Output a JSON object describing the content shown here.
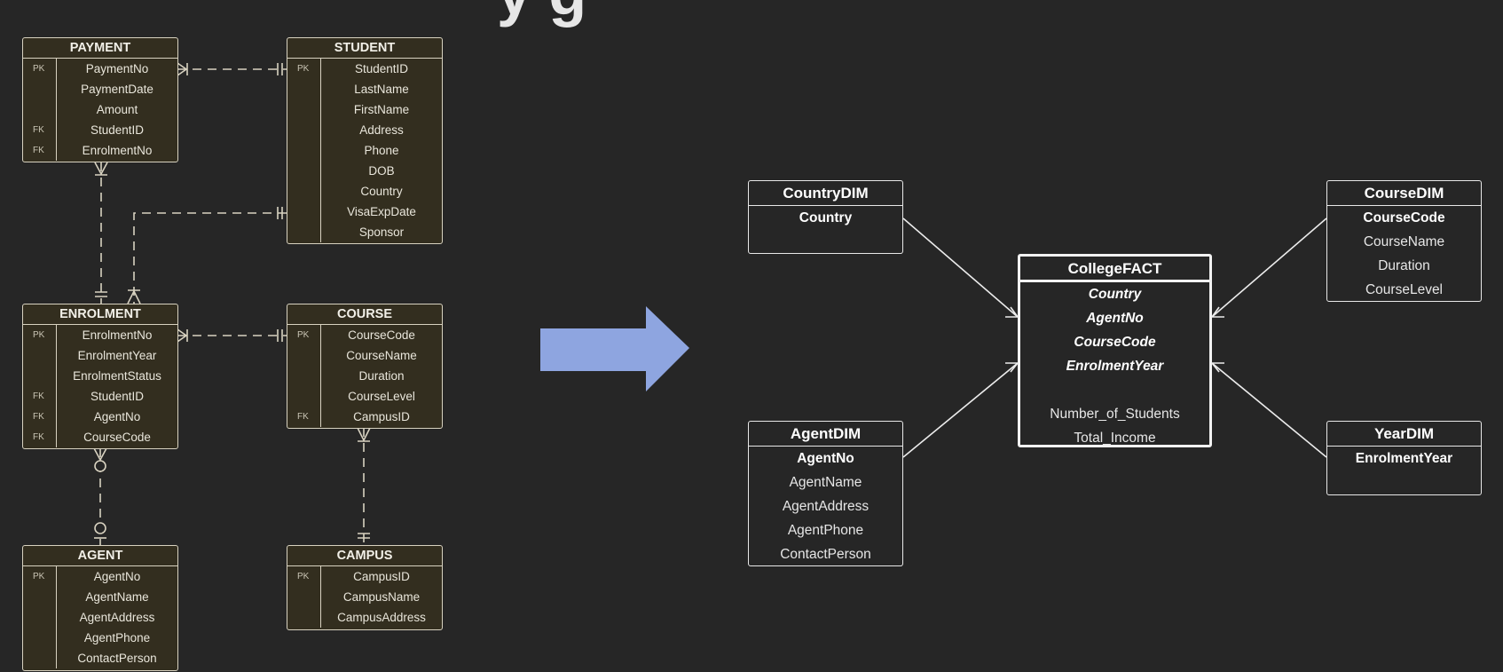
{
  "title_fragment": "y g",
  "erd": {
    "payment": {
      "name": "PAYMENT",
      "rows": [
        [
          "PK",
          "PaymentNo"
        ],
        [
          "",
          "PaymentDate"
        ],
        [
          "",
          "Amount"
        ],
        [
          "FK",
          "StudentID"
        ],
        [
          "FK",
          "EnrolmentNo"
        ]
      ]
    },
    "student": {
      "name": "STUDENT",
      "rows": [
        [
          "PK",
          "StudentID"
        ],
        [
          "",
          "LastName"
        ],
        [
          "",
          "FirstName"
        ],
        [
          "",
          "Address"
        ],
        [
          "",
          "Phone"
        ],
        [
          "",
          "DOB"
        ],
        [
          "",
          "Country"
        ],
        [
          "",
          "VisaExpDate"
        ],
        [
          "",
          "Sponsor"
        ]
      ]
    },
    "enrolment": {
      "name": "ENROLMENT",
      "rows": [
        [
          "PK",
          "EnrolmentNo"
        ],
        [
          "",
          "EnrolmentYear"
        ],
        [
          "",
          "EnrolmentStatus"
        ],
        [
          "FK",
          "StudentID"
        ],
        [
          "FK",
          "AgentNo"
        ],
        [
          "FK",
          "CourseCode"
        ]
      ]
    },
    "course": {
      "name": "COURSE",
      "rows": [
        [
          "PK",
          "CourseCode"
        ],
        [
          "",
          "CourseName"
        ],
        [
          "",
          "Duration"
        ],
        [
          "",
          "CourseLevel"
        ],
        [
          "FK",
          "CampusID"
        ]
      ]
    },
    "agent": {
      "name": "AGENT",
      "rows": [
        [
          "PK",
          "AgentNo"
        ],
        [
          "",
          "AgentName"
        ],
        [
          "",
          "AgentAddress"
        ],
        [
          "",
          "AgentPhone"
        ],
        [
          "",
          "ContactPerson"
        ]
      ]
    },
    "campus": {
      "name": "CAMPUS",
      "rows": [
        [
          "PK",
          "CampusID"
        ],
        [
          "",
          "CampusName"
        ],
        [
          "",
          "CampusAddress"
        ]
      ]
    }
  },
  "star": {
    "country_dim": {
      "name": "CountryDIM",
      "key": "Country",
      "fields": []
    },
    "course_dim": {
      "name": "CourseDIM",
      "key": "CourseCode",
      "fields": [
        "CourseName",
        "Duration",
        "CourseLevel"
      ]
    },
    "agent_dim": {
      "name": "AgentDIM",
      "key": "AgentNo",
      "fields": [
        "AgentName",
        "AgentAddress",
        "AgentPhone",
        "ContactPerson"
      ]
    },
    "year_dim": {
      "name": "YearDIM",
      "key": "EnrolmentYear",
      "fields": []
    },
    "fact": {
      "name": "CollegeFACT",
      "keys": [
        "Country",
        "AgentNo",
        "CourseCode",
        "EnrolmentYear"
      ],
      "measures": [
        "Number_of_Students",
        "Total_Income"
      ]
    }
  },
  "colors": {
    "background": "#262626",
    "entity_fill": "#332e1f",
    "arrow": "#8ea5e0"
  }
}
